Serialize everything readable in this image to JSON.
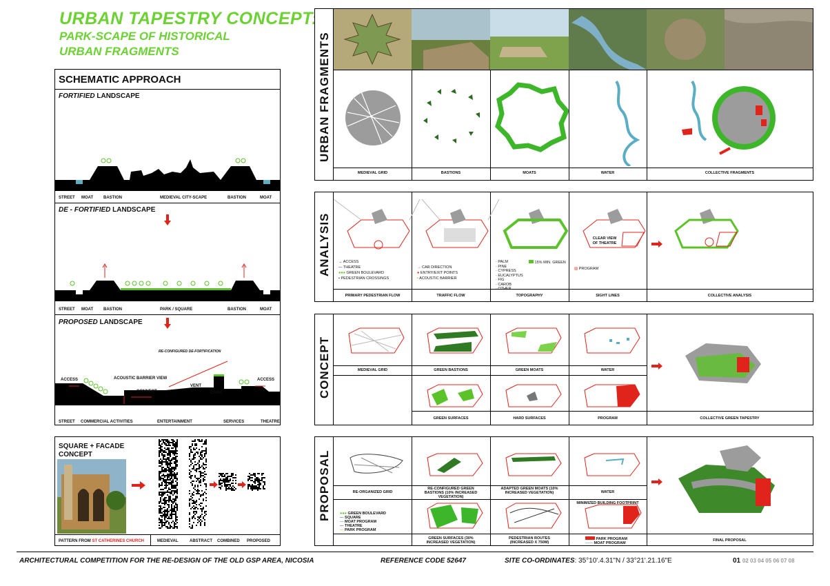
{
  "title": {
    "line1": "URBAN TAPESTRY CONCEPT:",
    "line2": "PARK-SCAPE OF HISTORICAL",
    "line3": "URBAN FRAGMENTS"
  },
  "schematic": {
    "heading": "SCHEMATIC APPROACH",
    "fortified": {
      "emph": "FORTIFIED",
      "rest": " LANDSCAPE",
      "labels": [
        "STREET",
        "MOAT",
        "BASTION",
        "MEDIEVAL CITY-SCAPE",
        "BASTION",
        "MOAT"
      ]
    },
    "defortified": {
      "emph": "DE - FORTIFIED",
      "rest": " LANDSCAPE",
      "labels": [
        "STREET",
        "MOAT",
        "BASTION",
        "PARK / SQUARE",
        "BASTION",
        "MOAT"
      ]
    },
    "proposed": {
      "emph": "PROPOSED",
      "rest": " LANDSCAPE",
      "annot": [
        "RE-CONFIGURED DE-FORTIFICATION",
        "ACCESS",
        "ACOUSTIC BARRIER",
        "VIEW",
        "CONNECT",
        "VENT",
        "CARS",
        "ACCESS"
      ],
      "labels": [
        "STREET",
        "COMMERCIAL ACTIVITIES",
        "ENTERTAINMENT",
        "SERVICES",
        "THEATRE"
      ]
    }
  },
  "square": {
    "heading1": "SQUARE + FACADE",
    "heading2": "CONCEPT",
    "pattern_prefix": "PATTERN FROM ",
    "pattern_name": "ST CATHERINES CHURCH",
    "labels": [
      "MEDIEVAL",
      "ABSTRACT",
      "COMBINED",
      "PROPOSED"
    ]
  },
  "sections": {
    "urban": {
      "label": "URBAN FRAGMENTS",
      "caps": [
        "MEDIEVAL GRID",
        "BASTIONS",
        "MOATS",
        "WATER",
        "COLLECTIVE FRAGMENTS"
      ]
    },
    "analysis": {
      "label": "ANALYSIS",
      "caps": [
        "PRIMARY PEDESTRIAN FLOW",
        "TRAFFIC FLOW",
        "TOPOGRAPHY",
        "SIGHT LINES",
        "COLLECTIVE ANALYSIS"
      ],
      "legend1": [
        "ACCESS",
        "THEATRE",
        "GREEN BOULEVARD",
        "PEDESTRIAN CROSSINGS"
      ],
      "legend2": [
        "CAR DIRECTION",
        "ENTRY/EXIT POINTS",
        "ACOUSTIC BARRIER"
      ],
      "legend3": [
        "PALM",
        "PINE",
        "CYPRESS",
        "EUCALYPTUS",
        "FIG",
        "CAROB",
        "OTHER"
      ],
      "legend3b": "15% MIN. GREEN",
      "sight": "CLEAR VIEW OF THEATRE",
      "legend4": "PROGRAM"
    },
    "concept": {
      "label": "CONCEPT",
      "caps_top": [
        "MEDIEVAL GRID",
        "GREEN BASTIONS",
        "GREEN MOATS",
        "WATER"
      ],
      "caps_bottom": [
        "GREEN SURFACES",
        "HARD SURFACES",
        "PROGRAM"
      ],
      "collective": "COLLECTIVE GREEN TAPESTRY"
    },
    "proposal": {
      "label": "PROPOSAL",
      "caps_top": [
        "RE-ORGANIZED GRID",
        "RE-CONFIGURED GREEN BASTIONS (10% INCREASED VEGETATION)",
        "ADAPTED GREEN MOATS (10% INCREASED VEGETATION)",
        "WATER"
      ],
      "caps_bottom": [
        "GREEN SURFACES (30% INCREASED VEGETATION)",
        "PEDESTRIAN ROUTES (INCREASED X 750M)"
      ],
      "footprint": "MINIMIZED BUILDING FOOTPRINT",
      "legend": [
        "GREEN BOULEVARD",
        "SQUARE",
        "MOAT PROGRAM",
        "THEATRE",
        "PARK PROGRAM"
      ],
      "legend2": [
        "PARK PROGRAM",
        "MOAT PROGRAM"
      ],
      "final": "FINAL PROPOSAL"
    }
  },
  "footer": {
    "competition": "ARCHITECTURAL COMPETITION FOR THE RE-DESIGN OF THE OLD GSP AREA, NICOSIA",
    "reference": "REFERENCE CODE 52647",
    "site_label": "SITE CO-ORDINATES",
    "site_value": ": 35°10'.4.31\"N / 33°21'.21.16\"E",
    "page_current": "01",
    "pages_rest": "02 03 04 05 06 07 08"
  },
  "colors": {
    "accent_green": "#6cd233",
    "red": "#e0241b",
    "park_green": "#5cc22a",
    "water": "#5aaec4"
  }
}
